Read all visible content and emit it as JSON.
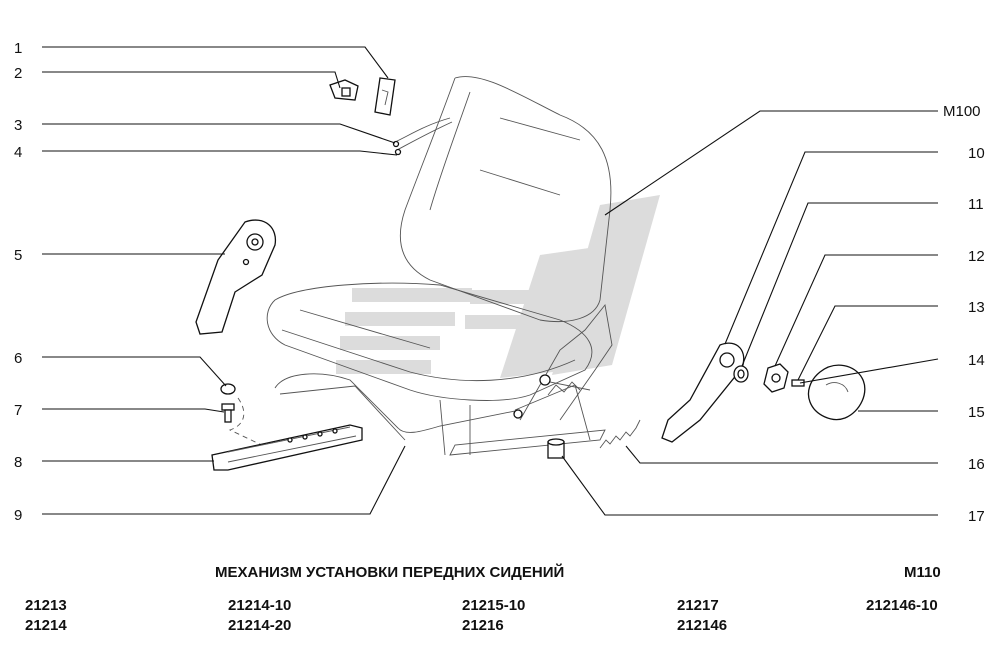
{
  "callouts_left": [
    "1",
    "2",
    "3",
    "4",
    "5",
    "6",
    "7",
    "8",
    "9"
  ],
  "callouts_right": [
    "М100",
    "10",
    "11",
    "12",
    "13",
    "14",
    "15",
    "16",
    "17"
  ],
  "title": "МЕХАНИЗМ УСТАНОВКИ ПЕРЕДНИХ СИДЕНИЙ",
  "code": "М110",
  "models": [
    [
      "21213",
      "21214"
    ],
    [
      "21214-10",
      "21214-20"
    ],
    [
      "21215-10",
      "21216"
    ],
    [
      "21217",
      "212146"
    ],
    [
      "212146-10"
    ]
  ],
  "colors": {
    "ink": "#111111",
    "watermark": "#d4d4d4"
  }
}
